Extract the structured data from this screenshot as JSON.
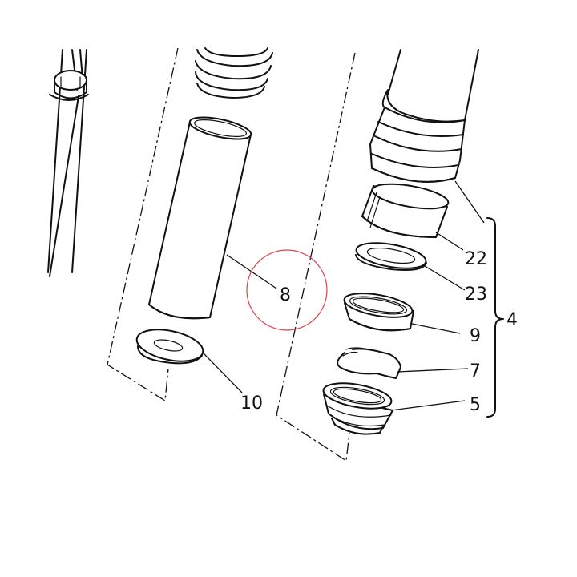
{
  "diagram": {
    "callouts": {
      "part_8": "8",
      "part_10": "10",
      "part_22": "22",
      "part_23": "23",
      "part_9": "9",
      "part_7": "7",
      "part_5": "5",
      "assembly_4": "4"
    },
    "highlight_color": "#d9454f",
    "line_color": "#111111"
  }
}
